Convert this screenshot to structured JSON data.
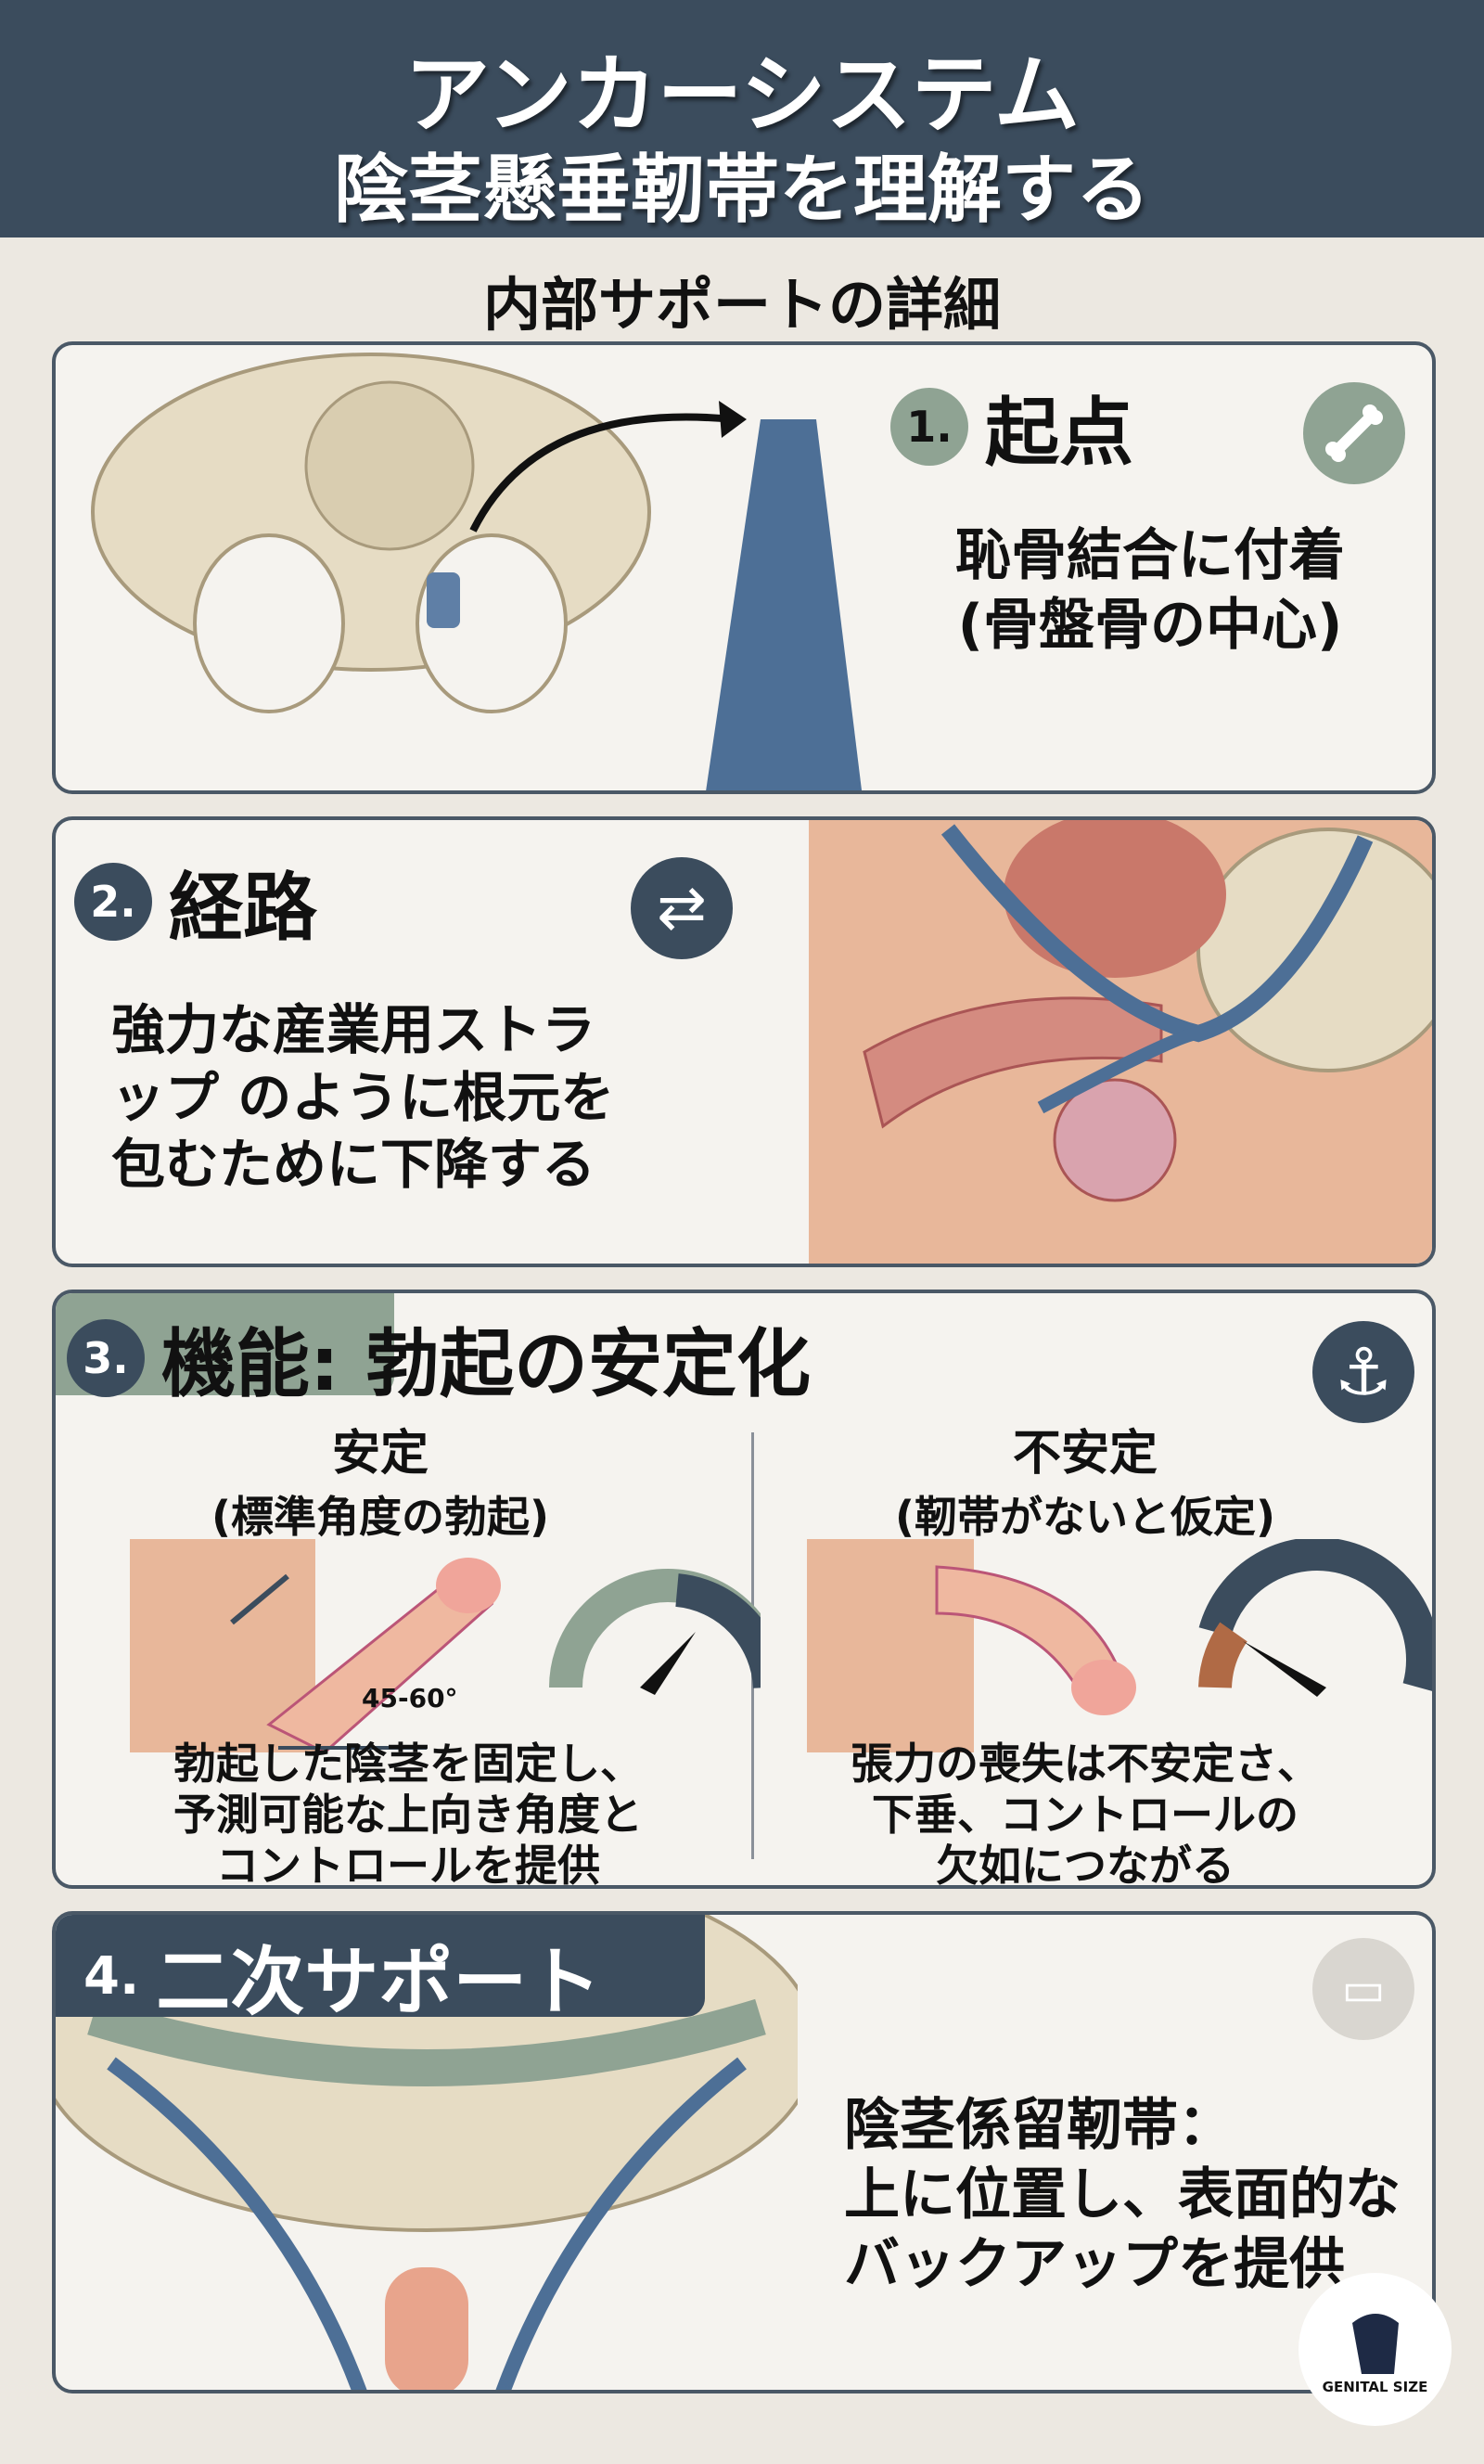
{
  "header": {
    "title": "アンカーシステム",
    "subtitle": "陰茎懸垂靭帯を理解する"
  },
  "section_title": "内部サポートの詳細",
  "panels": [
    {
      "number": "1.",
      "title": "起点",
      "lines": [
        "恥骨結合に付着",
        "(骨盤骨の中心)"
      ],
      "icon": "bone-icon"
    },
    {
      "number": "2.",
      "title": "経路",
      "lines": [
        "強力な産業用ストラ",
        "ップ のように根元を",
        "包むために下降する"
      ],
      "icon": "cycle-arrows-icon"
    },
    {
      "number": "3.",
      "title_a": "機能:",
      "title_b": "勃起の安定化",
      "icon": "anchor-icon",
      "stable": {
        "heading": "安定",
        "sub": "(標準角度の勃起)",
        "angle_label": "45-60°",
        "lines": [
          "勃起した陰茎を固定し、",
          "予測可能な上向き角度と",
          "コントロールを提供"
        ]
      },
      "unstable": {
        "heading": "不安定",
        "sub": "(靭帯がないと仮定)",
        "lines": [
          "張力の喪失は不安定さ、",
          "下垂、コントロールの",
          "欠如につながる"
        ]
      }
    },
    {
      "number": "4.",
      "title": "二次サポート",
      "lines": [
        "陰茎係留靭帯：",
        "上に位置し、表面的な",
        "バックアップを提供"
      ],
      "icon": "bandage-icon"
    }
  ],
  "logo": {
    "text": "GENITAL SIZE"
  },
  "colors": {
    "header": "#3b4c5d",
    "ligament": "#4d6f96",
    "bone": "#e6dcc4",
    "accent_green": "#8fa393",
    "skin": "#e8b79a"
  }
}
